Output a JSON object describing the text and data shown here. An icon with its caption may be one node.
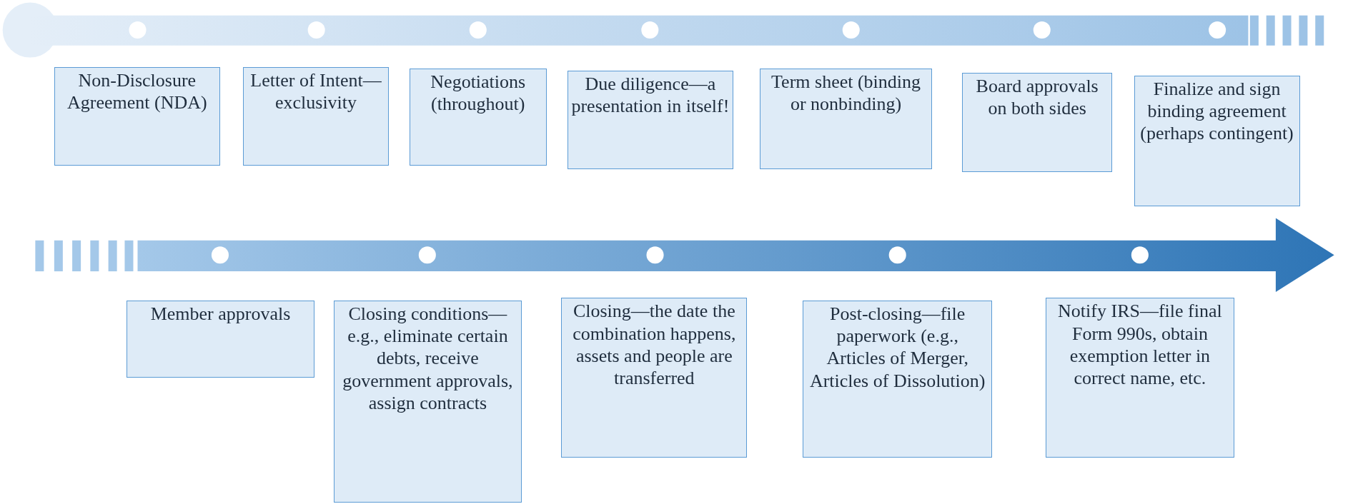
{
  "diagram": {
    "nodes": [
      {
        "text": [
          "Non-Disclosure Agreement (NDA)"
        ]
      },
      {
        "text": [
          "Letter of Intent—exclusivity"
        ]
      },
      {
        "text": [
          "Negotiations (throughout)"
        ]
      },
      {
        "text": [
          "Due diligence—a presentation in itself!"
        ]
      },
      {
        "text": [
          "Term sheet (binding or nonbinding)"
        ]
      },
      {
        "text": [
          "Board approvals on both sides"
        ]
      },
      {
        "text": [
          "Finalize and sign binding agreement (perhaps contingent)"
        ]
      },
      {
        "text": [
          "Member approvals"
        ]
      },
      {
        "text": [
          "Closing conditions—e.g., eliminate certain debts, receive government approvals, assign contracts"
        ]
      },
      {
        "text": [
          "Closing—the date the combination happens, assets and people are transferred"
        ]
      },
      {
        "text": [
          "Post-closing—file paperwork (e.g., Articles of Merger, Articles of Dissolution)"
        ]
      },
      {
        "text": [
          "Notify IRS—file final Form 990s, obtain exemption letter in correct name, etc."
        ]
      }
    ]
  }
}
